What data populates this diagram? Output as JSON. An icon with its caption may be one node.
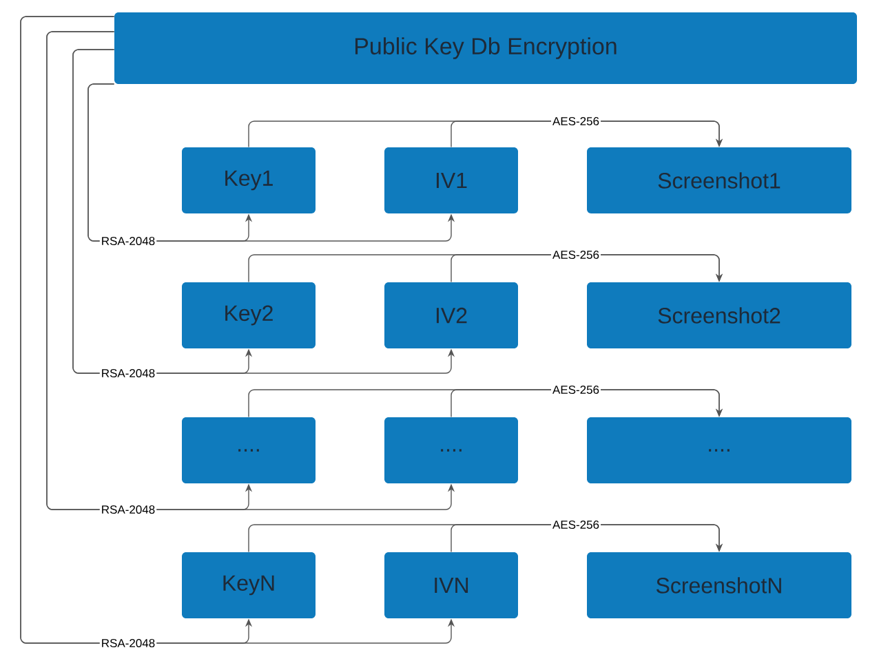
{
  "diagram": {
    "nodes": [
      {
        "text": [
          "Public Key Db Encryption"
        ]
      },
      {
        "text": [
          "Key1"
        ]
      },
      {
        "text": [
          "IV1"
        ]
      },
      {
        "text": [
          "Screenshot1"
        ]
      },
      {
        "text": [
          "Key2"
        ]
      },
      {
        "text": [
          "IV2"
        ]
      },
      {
        "text": [
          "Screenshot2"
        ]
      },
      {
        "text": [
          "...."
        ]
      },
      {
        "text": [
          "...."
        ]
      },
      {
        "text": [
          "...."
        ]
      },
      {
        "text": [
          "KeyN"
        ]
      },
      {
        "text": [
          "IVN"
        ]
      },
      {
        "text": [
          "ScreenshotN"
        ]
      }
    ],
    "edges": [
      {
        "from": 0,
        "to": 1,
        "arrow": "to",
        "label": "RSA-2048"
      },
      {
        "from": 0,
        "to": 2,
        "arrow": "to"
      },
      {
        "from": 1,
        "to": 3,
        "arrow": "to",
        "label": "AES-256"
      },
      {
        "from": 2,
        "to": 3,
        "arrow": "to"
      },
      {
        "from": 0,
        "to": 4,
        "arrow": "to",
        "label": "RSA-2048"
      },
      {
        "from": 0,
        "to": 5,
        "arrow": "to"
      },
      {
        "from": 4,
        "to": 6,
        "arrow": "to",
        "label": "AES-256"
      },
      {
        "from": 5,
        "to": 6,
        "arrow": "to"
      },
      {
        "from": 0,
        "to": 7,
        "arrow": "to",
        "label": "RSA-2048"
      },
      {
        "from": 0,
        "to": 8,
        "arrow": "to"
      },
      {
        "from": 7,
        "to": 9,
        "arrow": "to",
        "label": "AES-256"
      },
      {
        "from": 8,
        "to": 9,
        "arrow": "to"
      },
      {
        "from": 0,
        "to": 10,
        "arrow": "to",
        "label": "RSA-2048"
      },
      {
        "from": 0,
        "to": 11,
        "arrow": "to"
      },
      {
        "from": 10,
        "to": 12,
        "arrow": "to",
        "label": "AES-256"
      },
      {
        "from": 11,
        "to": 12,
        "arrow": "to"
      }
    ]
  }
}
